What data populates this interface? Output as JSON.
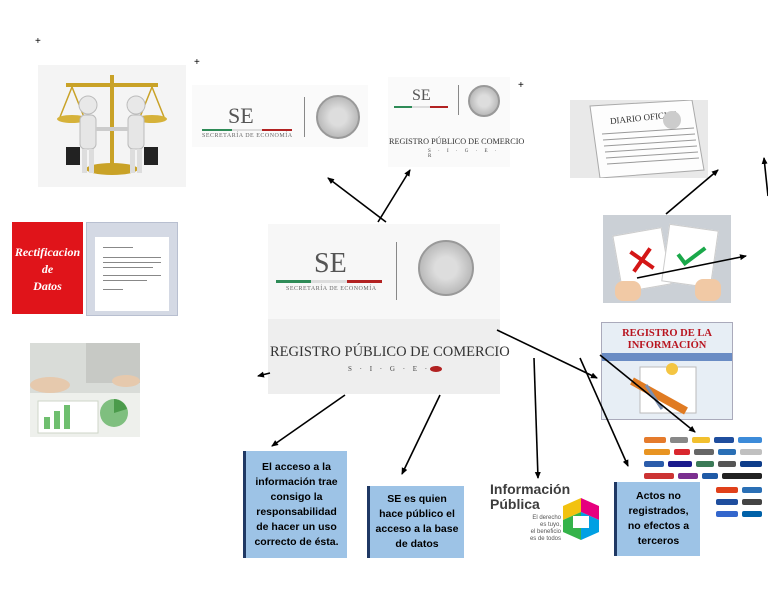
{
  "decor": {
    "plus": "+"
  },
  "se_logo": {
    "mark": "SE",
    "ministry": "SECRETARÍA DE ECONOMÍA",
    "colors": {
      "green": "#2e8b57",
      "red": "#b22222"
    }
  },
  "rpc_logo": {
    "title": "REGISTRO PÚBLICO DE COMERCIO",
    "siger": "S · I · G · E · R"
  },
  "rectification": {
    "line1": "Rectificacion",
    "line2": "de",
    "line3": "Datos",
    "color": "#e0141a"
  },
  "registro_info": {
    "title_line1": "REGISTRO DE LA",
    "title_line2": "INFORMACIÓN"
  },
  "info_publica": {
    "title_line1": "Información",
    "title_line2": "Pública",
    "small_line1": "El derecho",
    "small_line2": "es tuyo,",
    "small_line3": "el beneficio",
    "small_line4": "es de todos"
  },
  "boxes": [
    {
      "text": "El acceso a la información trae consigo la responsabilidad de hacer un uso correcto de ésta."
    },
    {
      "text": "SE es quien hace público el acceso a la base de datos"
    },
    {
      "text": "Actos no registrados, no efectos a terceros"
    }
  ],
  "colors": {
    "box_fill": "#9dc3e6",
    "box_border": "#1f3864",
    "reg_title": "#b8141f"
  }
}
